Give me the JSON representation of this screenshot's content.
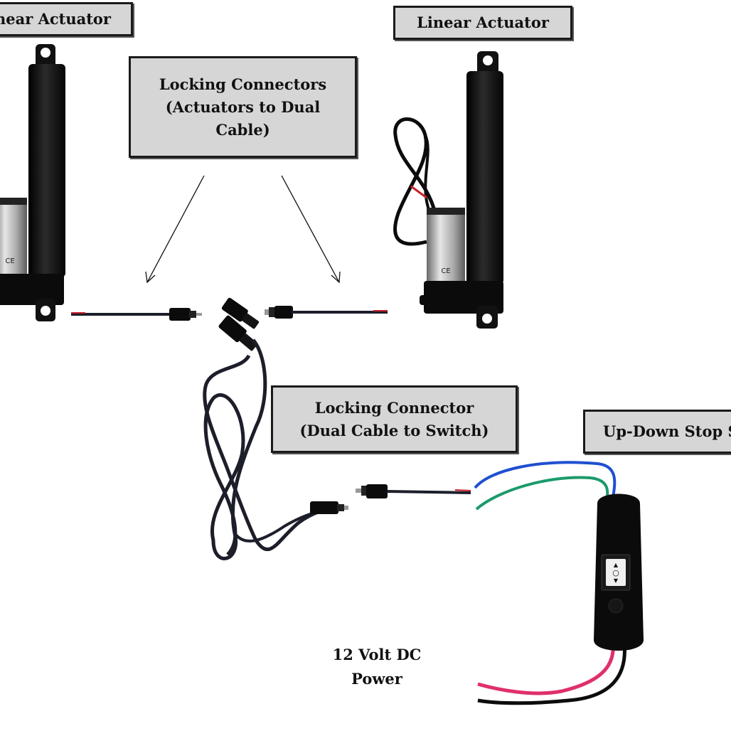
{
  "labels": {
    "actuator_left": "near Actuator",
    "actuator_right": "Linear Actuator",
    "locking_connectors": {
      "line1": "Locking Connectors",
      "line2": "(Actuators to Dual",
      "line3": "Cable)"
    },
    "locking_connector_switch": {
      "line1": "Locking Connector",
      "line2": "(Dual Cable to Switch)"
    },
    "switch": "Up-Down Stop S",
    "power": {
      "line1": "12 Volt DC",
      "line2": "Power"
    }
  },
  "switch_symbols": {
    "up": "▲",
    "stop": "○",
    "down": "▼"
  },
  "colors": {
    "label_fill": "#d6d6d6",
    "label_border": "#1a1a1a",
    "actuator_body": "#141414",
    "motor_silver": "#b8b8b8",
    "cable_black": "#1c1e2a",
    "wire_red": "#c8202a",
    "wire_blue": "#1f4fd0",
    "wire_green": "#1a9a6a",
    "wire_pink": "#e0306a"
  }
}
